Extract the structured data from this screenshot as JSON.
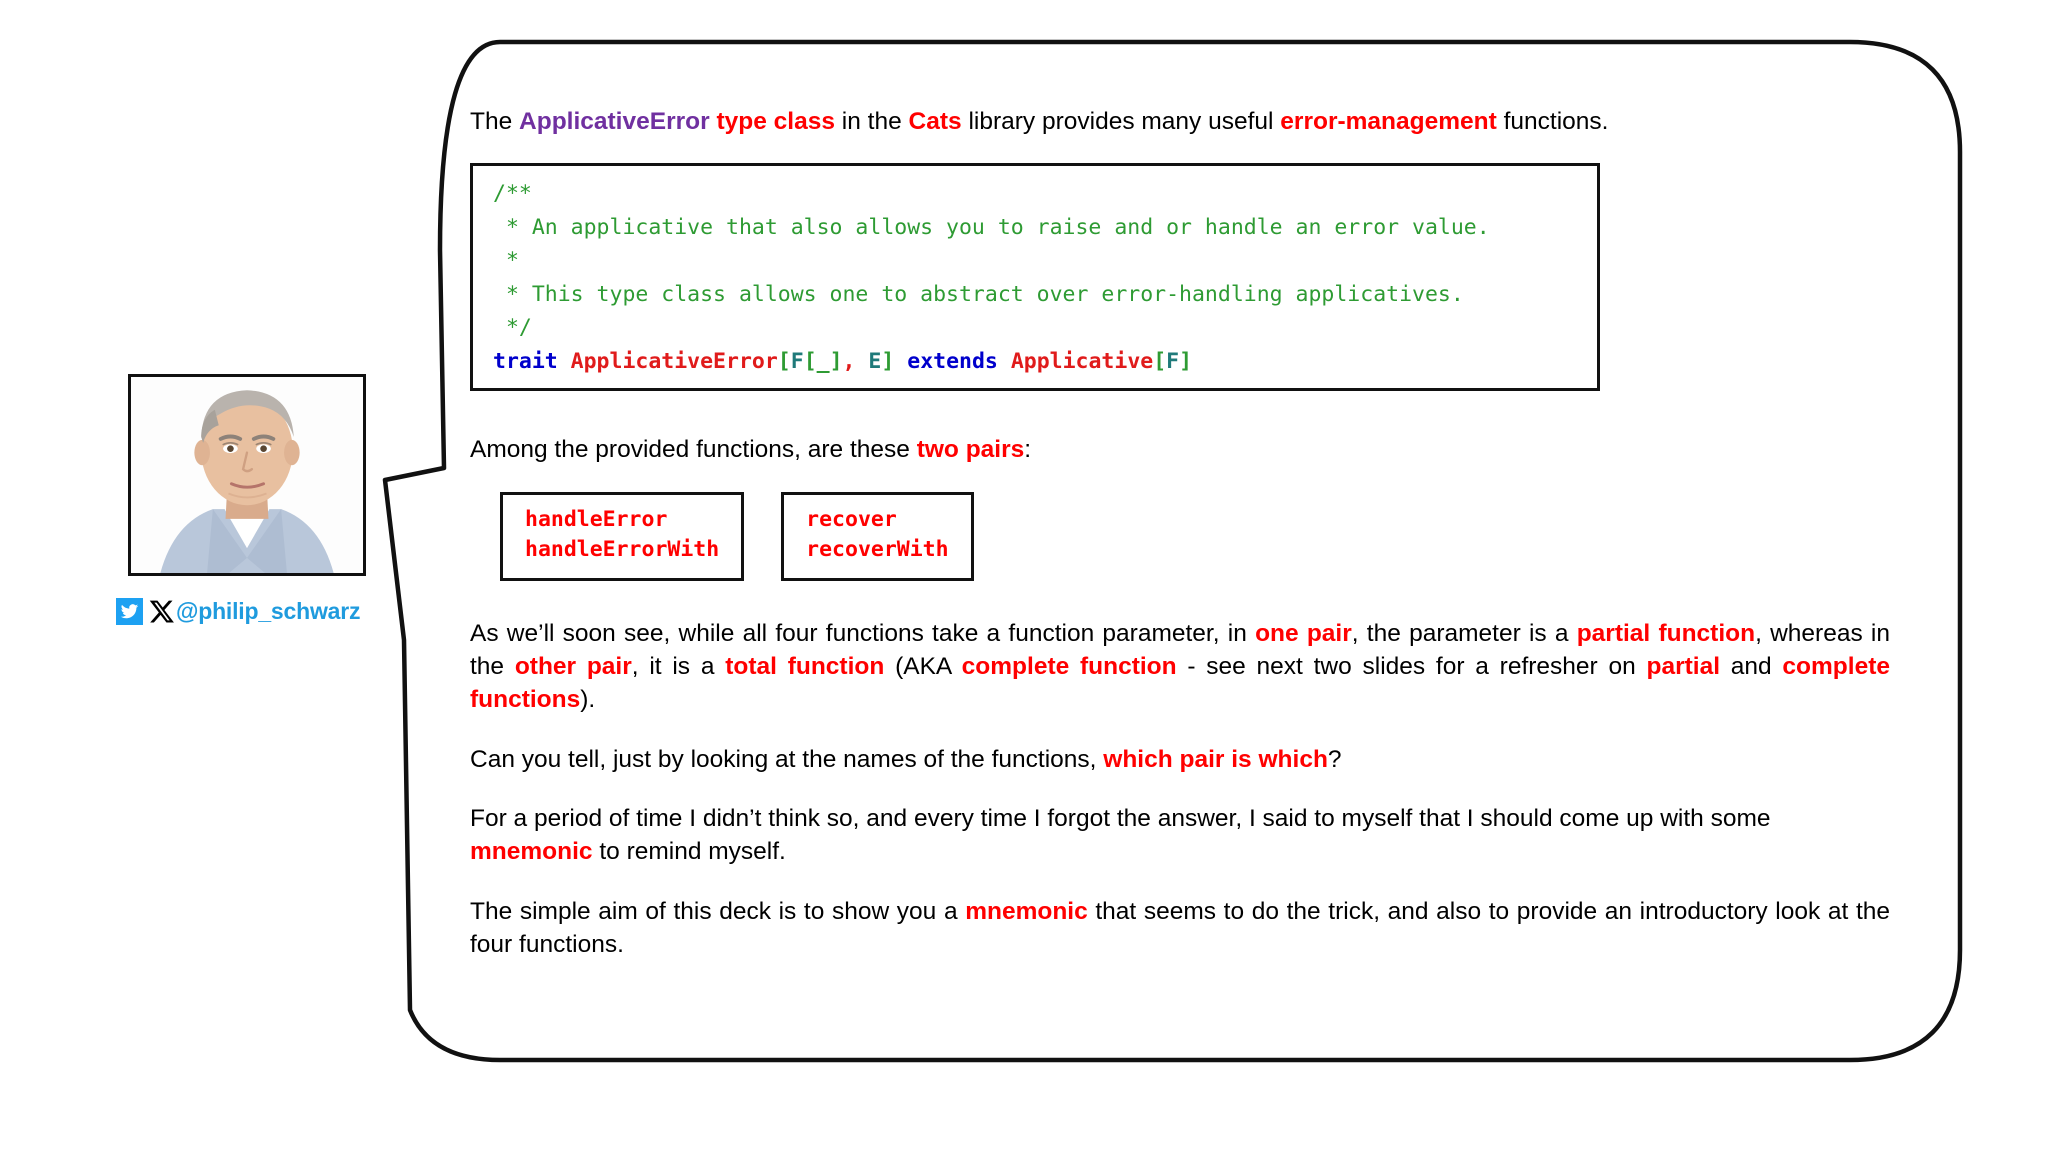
{
  "slide": {
    "background": "#ffffff",
    "colors": {
      "accent_red": "#FF0000",
      "accent_purple": "#7030A0",
      "code_comment_green": "#2E9B33",
      "code_keyword_blue": "#0000CC",
      "code_type_red": "#E01B1B",
      "code_typeparam_teal": "#1F7A7A",
      "twitter_blue": "#1DA1F2",
      "handle_blue": "#1F9BDE",
      "outline_black": "#111111"
    }
  },
  "author": {
    "photo_alt": "portrait-photo-of-philip-schwarz",
    "twitter_icon": "twitter-bird-icon",
    "x_icon": "x-logo-icon",
    "handle": "@philip_schwarz"
  },
  "bubble": {
    "intro": {
      "t1": "The ",
      "applicative_error": "ApplicativeError",
      "t2": " ",
      "type_class": "type class",
      "t3": " in the ",
      "cats": "Cats",
      "t4": " library provides many useful ",
      "error_management": "error-management",
      "t5": " functions."
    },
    "code_block": {
      "lines": [
        {
          "segments": [
            {
              "text": "/**",
              "style": "comment"
            }
          ]
        },
        {
          "segments": [
            {
              "text": " * An applicative that also allows you to raise and or handle an error value.",
              "style": "comment"
            }
          ]
        },
        {
          "segments": [
            {
              "text": " *",
              "style": "comment"
            }
          ]
        },
        {
          "segments": [
            {
              "text": " * This type class allows one to abstract over error-handling applicatives.",
              "style": "comment"
            }
          ]
        },
        {
          "segments": [
            {
              "text": " */",
              "style": "comment"
            }
          ]
        },
        {
          "segments": [
            {
              "text": "trait ",
              "style": "keyword"
            },
            {
              "text": "ApplicativeError",
              "style": "type"
            },
            {
              "text": "[",
              "style": "bracket"
            },
            {
              "text": "F",
              "style": "typeparam"
            },
            {
              "text": "[_]",
              "style": "bracket"
            },
            {
              "text": ", ",
              "style": "type"
            },
            {
              "text": "E",
              "style": "typeparam"
            },
            {
              "text": "] ",
              "style": "bracket"
            },
            {
              "text": "extends ",
              "style": "keyword"
            },
            {
              "text": "Applicative",
              "style": "type"
            },
            {
              "text": "[",
              "style": "bracket"
            },
            {
              "text": "F",
              "style": "typeparam"
            },
            {
              "text": "]",
              "style": "bracket"
            }
          ]
        }
      ]
    },
    "among": {
      "t1": "Among the provided functions, are these ",
      "two_pairs": "two pairs",
      "t2": ":"
    },
    "function_boxes": [
      {
        "name": "handle-error-pair",
        "lines": [
          "handleError",
          "handleErrorWith"
        ]
      },
      {
        "name": "recover-pair",
        "lines": [
          "recover",
          "recoverWith"
        ]
      }
    ],
    "para_partial_total": {
      "t1": "As we’ll soon see, while all four functions take a function parameter, in ",
      "one_pair": "one pair",
      "t2": ", the parameter is a ",
      "partial_function": "partial function",
      "t3": ", whereas in the ",
      "other_pair": "other pair",
      "t4": ", it is a ",
      "total_function": "total function",
      "t5": " (AKA ",
      "complete_function": "complete function",
      "t6": " - see next two slides for a refresher on ",
      "partial": "partial",
      "t7": " and ",
      "complete_functions": "complete functions",
      "t8": ")."
    },
    "para_which_pair": {
      "t1": "Can you tell, just by looking at the names of the functions, ",
      "which_pair_is_which": "which pair is which",
      "t2": "?"
    },
    "para_mnemonic": {
      "t1": "For a period of time I didn’t think so, and every time I forgot the answer, I said to myself that I should come up with some ",
      "mnemonic": "mnemonic",
      "t2": " to remind myself."
    },
    "para_aim": {
      "t1": "The simple aim of this deck is to show you a ",
      "mnemonic": "mnemonic",
      "t2": " that seems to do the trick, and also to provide an introductory look at the four functions."
    }
  }
}
